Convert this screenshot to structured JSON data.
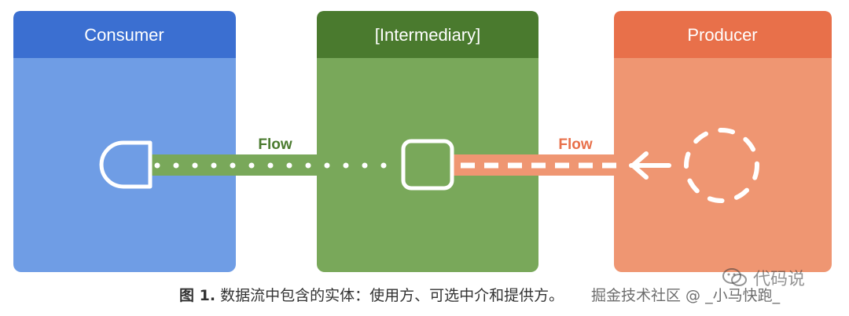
{
  "boxes": {
    "consumer": {
      "title": "Consumer",
      "header_color": "#3b6fd1",
      "body_color": "#6f9de5"
    },
    "intermediary": {
      "title": "[Intermediary]",
      "header_color": "#4a7a2e",
      "body_color": "#79a85a"
    },
    "producer": {
      "title": "Producer",
      "header_color": "#e8704a",
      "body_color": "#ef9672"
    }
  },
  "flows": {
    "left": {
      "label": "Flow",
      "color": "#79a85a",
      "label_color": "#4a7a2e"
    },
    "right": {
      "label": "Flow",
      "color": "#ef9672",
      "label_color": "#e8704a"
    }
  },
  "caption": {
    "figure_number": "图 1.",
    "text": "数据流中包含的实体：使用方、可选中介和提供方。"
  },
  "watermark": {
    "brand": "代码说",
    "sub": "掘金技术社区 @ _小马快跑_",
    "icon": "wechat-icon"
  }
}
